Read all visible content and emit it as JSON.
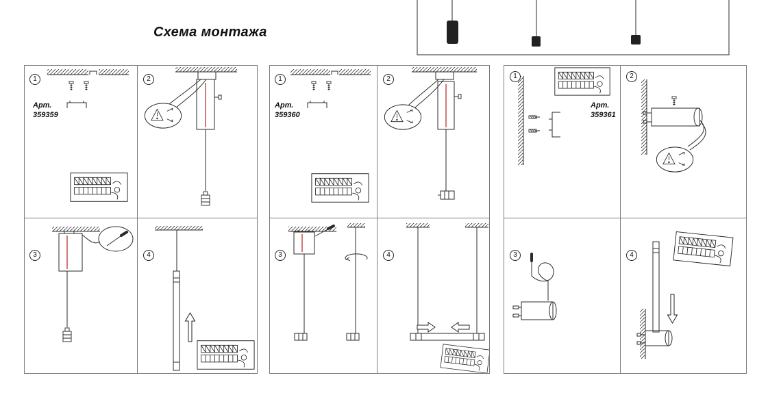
{
  "title": "Схема монтажа",
  "colors": {
    "cable_red": "#b8342c",
    "line": "#2a2a2a",
    "panel_border": "#7a7a7a"
  },
  "panels": [
    {
      "art_label": "Арт.",
      "art_number": "359359",
      "steps": [
        "1",
        "2",
        "3",
        "4"
      ]
    },
    {
      "art_label": "Арт.",
      "art_number": "359360",
      "steps": [
        "1",
        "2",
        "3",
        "4"
      ]
    },
    {
      "art_label": "Арт.",
      "art_number": "359361",
      "steps": [
        "1",
        "2",
        "3",
        "4"
      ]
    }
  ]
}
